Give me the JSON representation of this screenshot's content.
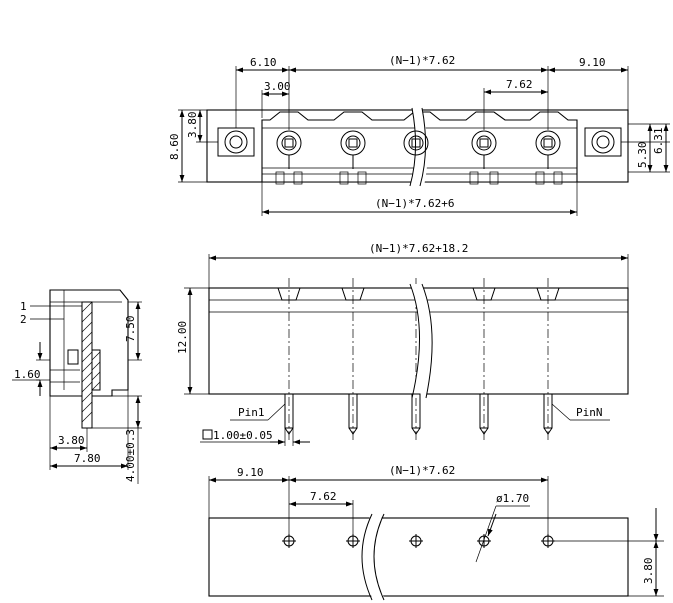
{
  "top_view": {
    "dim_left_offset": "6.10",
    "dim_first_pin": "3.00",
    "dim_span": "(N−1)*7.62",
    "dim_pitch": "7.62",
    "dim_right_offset": "9.10",
    "dim_height": "8.60",
    "dim_hole": "3.80",
    "dim_r1": "5.30",
    "dim_r2": "6.31",
    "dim_bottom": "(N−1)*7.62+6"
  },
  "front_view": {
    "dim_total": "(N−1)*7.62+18.2",
    "dim_height": "12.00",
    "label_pin1": "Pin1",
    "label_pinN": "PinN",
    "dim_pin_square": "1.00±0.05"
  },
  "side_view": {
    "label_1": "1",
    "label_2": "2",
    "dim_750": "7.50",
    "dim_160": "1.60",
    "dim_380": "3.80",
    "dim_780": "7.80",
    "dim_400": "4.00±0.3"
  },
  "footprint": {
    "dim_left": "9.10",
    "dim_span": "(N−1)*7.62",
    "dim_pitch": "7.62",
    "dim_hole_dia": "ø1.70",
    "dim_edge": "3.80"
  }
}
